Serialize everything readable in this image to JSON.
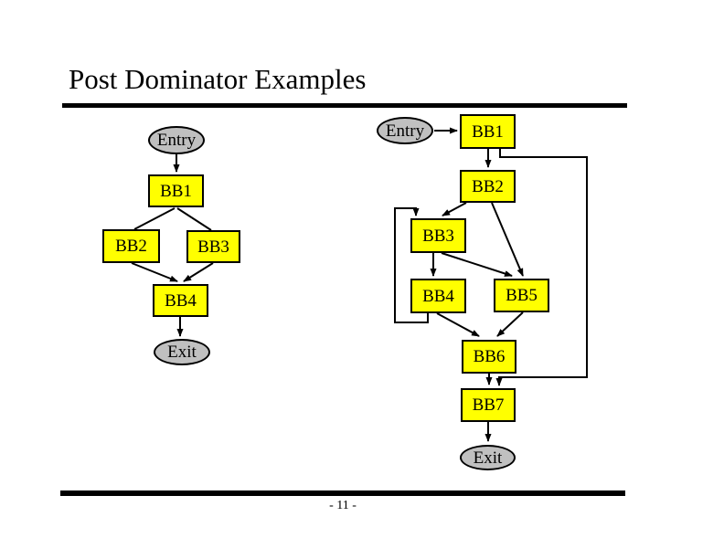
{
  "slide": {
    "title": "Post Dominator Examples",
    "page_label": "- 11 -"
  },
  "colors": {
    "block_fill": "#FFFF00",
    "terminal_fill": "#C0C0C0",
    "stroke": "#000000"
  },
  "left_graph": {
    "nodes": {
      "entry": "Entry",
      "bb1": "BB1",
      "bb2": "BB2",
      "bb3": "BB3",
      "bb4": "BB4",
      "exit": "Exit"
    },
    "edges": [
      "Entry -> BB1",
      "BB1 -> BB2",
      "BB1 -> BB3",
      "BB2 -> BB4",
      "BB3 -> BB4",
      "BB4 -> Exit"
    ]
  },
  "right_graph": {
    "nodes": {
      "entry": "Entry",
      "bb1": "BB1",
      "bb2": "BB2",
      "bb3": "BB3",
      "bb4": "BB4",
      "bb5": "BB5",
      "bb6": "BB6",
      "bb7": "BB7",
      "exit": "Exit"
    },
    "edges": [
      "Entry -> BB1",
      "BB1 -> BB2",
      "BB1 -> BB7",
      "BB2 -> BB3",
      "BB2 -> BB5",
      "BB3 -> BB4",
      "BB3 -> BB5",
      "BB4 -> BB3",
      "BB4 -> BB6",
      "BB5 -> BB6",
      "BB6 -> BB7",
      "BB7 -> Exit"
    ]
  }
}
